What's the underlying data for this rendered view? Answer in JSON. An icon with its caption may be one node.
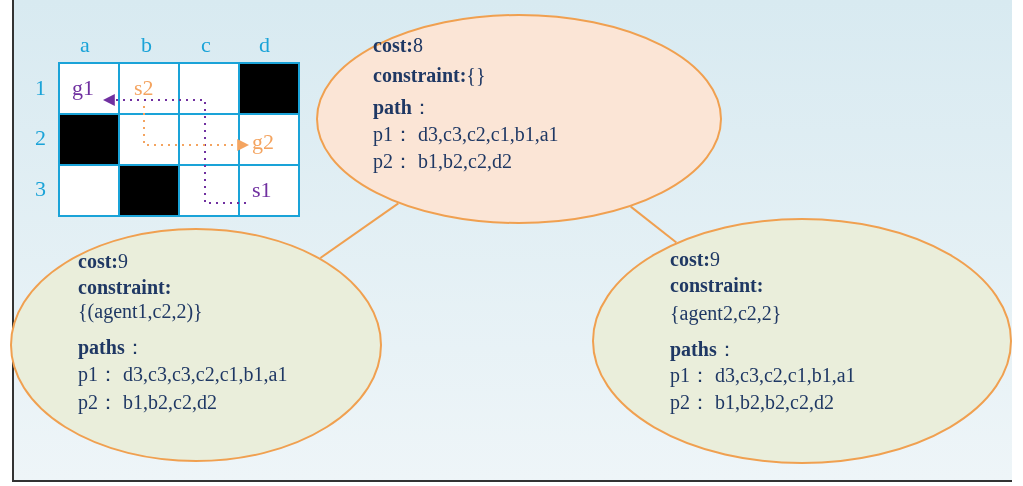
{
  "diagram": {
    "nodes": [
      {
        "text": [
          "**cost:**8",
          "**constraint:**{}",
          "**path**：",
          "p1：  d3,c3,c2,c1,b1,a1",
          "p2：  b1,b2,c2,d2"
        ]
      },
      {
        "text": [
          "**cost:**9",
          "**constraint:**",
          "{(agent1,c2,2)}",
          "**paths**：",
          "p1：  d3,c3,c3,c2,c1,b1,a1",
          "p2：  b1,b2,c2,d2"
        ]
      },
      {
        "text": [
          "**cost:**9",
          "**constraint:**",
          "{agent2,c2,2}",
          "**paths**：",
          "p1：  d3,c3,c2,c1,b1,a1",
          "p2：  b1,b2,b2,c2,d2"
        ]
      }
    ],
    "edges": [
      {
        "from": 0,
        "to": 1,
        "arrow": "none"
      },
      {
        "from": 0,
        "to": 2,
        "arrow": "none"
      }
    ],
    "labels": [
      "a",
      "b",
      "c",
      "d",
      "1",
      "g1",
      "s2",
      "2",
      "g2",
      "3",
      "s1"
    ]
  }
}
